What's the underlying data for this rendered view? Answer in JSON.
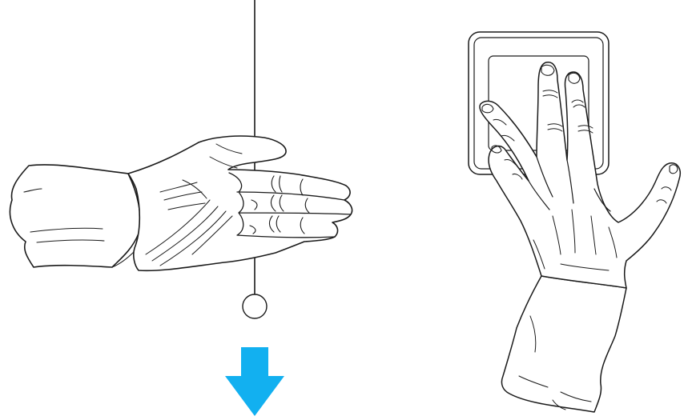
{
  "diagram": {
    "left_panel": {
      "subject": "hand-held-flat-sideways-with-vertical-plumb-line",
      "plumb_line": "vertical-line-through-palm",
      "plumb_bob": "circle"
    },
    "right_panel": {
      "subject": "hand-pressed-on-square-plate",
      "plate": "square-plate"
    },
    "arrow": {
      "direction": "down",
      "color": "#12b0f0"
    },
    "colors": {
      "line": "#1a1a1a",
      "background": "#ffffff"
    }
  }
}
